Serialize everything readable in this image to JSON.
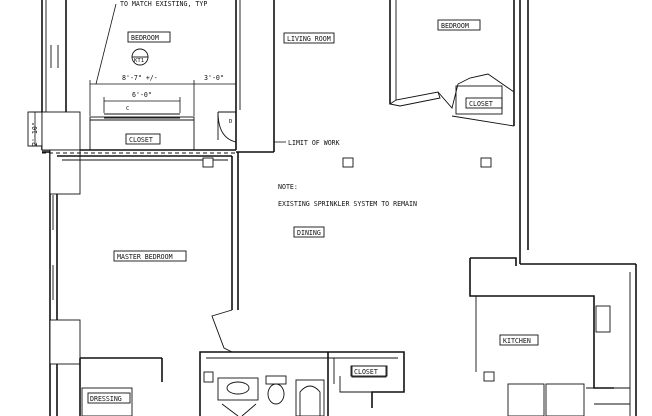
{
  "plan": {
    "notes": {
      "match_existing": "TO MATCH EXISTING, TYP",
      "limit_of_work": "LIMIT OF WORK",
      "note_heading": "NOTE:",
      "sprinkler": "EXISTING SPRINKLER SYSTEM TO REMAIN"
    },
    "rooms": {
      "bedroom_left": "BEDROOM",
      "bedroom_right": "BEDROOM",
      "living_room": "LIVING ROOM",
      "closet_left": "CLOSET",
      "closet_right": "CLOSET",
      "closet_bath": "CLOSET",
      "dining": "DINING",
      "master_bedroom": "MASTER BEDROOM",
      "kitchen": "KITCHEN",
      "dressing": "DRESSING"
    },
    "dimensions": {
      "width_total": "8'-7\" +/-",
      "width_side": "3'-0\"",
      "width_inner": "6'-0\"",
      "height_side": "2'-10\""
    },
    "tags": {
      "keynote": "KT1",
      "door_c": "C",
      "door_d": "D"
    }
  }
}
